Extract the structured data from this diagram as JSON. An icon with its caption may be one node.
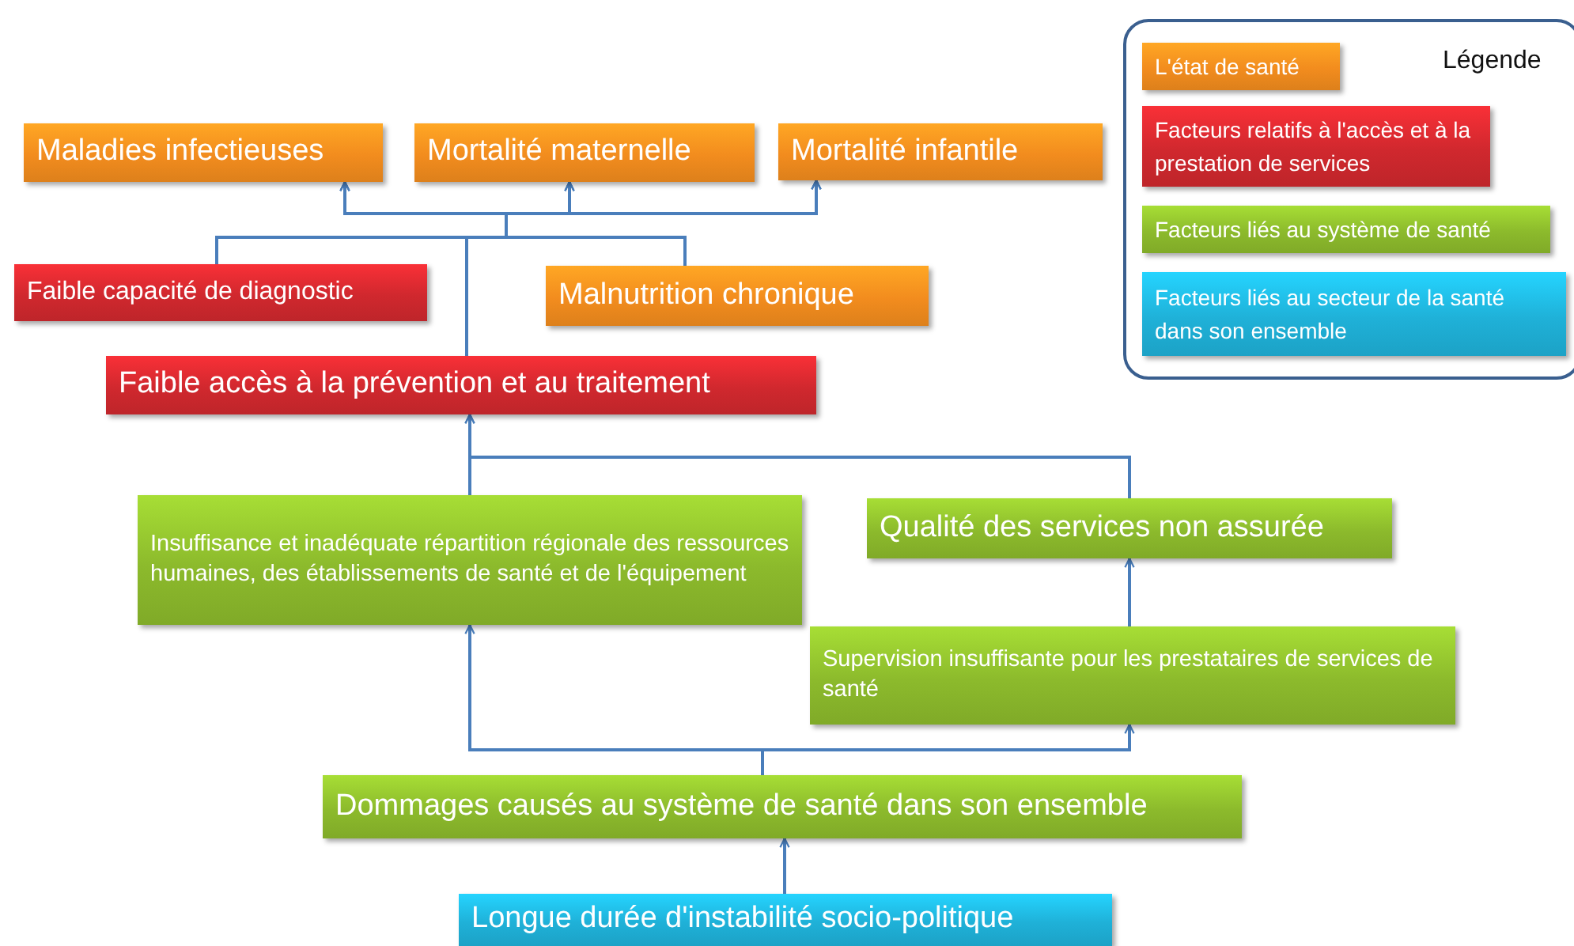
{
  "diagram": {
    "nodes": [
      {
        "text": [
          "Maladies infectieuses"
        ]
      },
      {
        "text": [
          "Mortalité maternelle"
        ]
      },
      {
        "text": [
          "Mortalité infantile"
        ]
      },
      {
        "text": [
          "Faible capacité de diagnostic"
        ]
      },
      {
        "text": [
          "Malnutrition chronique"
        ]
      },
      {
        "text": [
          "Faible accès à la prévention et au traitement"
        ]
      },
      {
        "text": [
          "Insuffisance et inadéquate répartition régionale des ressources humaines, des établissements de santé et de l'équipement"
        ]
      },
      {
        "text": [
          "Qualité des services non assurée"
        ]
      },
      {
        "text": [
          "Supervision insuffisante pour les prestataires de services de santé"
        ]
      },
      {
        "text": [
          "Dommages causés au système de santé dans son ensemble"
        ]
      },
      {
        "text": [
          "Longue durée d'instabilité socio-politique"
        ]
      }
    ],
    "edges": [
      {
        "from": 3,
        "to": 0,
        "arrow": "to"
      },
      {
        "from": 3,
        "to": 1,
        "arrow": "to"
      },
      {
        "from": 3,
        "to": 2,
        "arrow": "to"
      },
      {
        "from": 4,
        "to": 0,
        "arrow": "to"
      },
      {
        "from": 4,
        "to": 1,
        "arrow": "to"
      },
      {
        "from": 4,
        "to": 2,
        "arrow": "to"
      },
      {
        "from": 5,
        "to": 0,
        "arrow": "to"
      },
      {
        "from": 5,
        "to": 1,
        "arrow": "to"
      },
      {
        "from": 5,
        "to": 2,
        "arrow": "to"
      },
      {
        "from": 6,
        "to": 5,
        "arrow": "to"
      },
      {
        "from": 7,
        "to": 5,
        "arrow": "to"
      },
      {
        "from": 9,
        "to": 6,
        "arrow": "to"
      },
      {
        "from": 9,
        "to": 8,
        "arrow": "to"
      },
      {
        "from": 8,
        "to": 7,
        "arrow": "to"
      },
      {
        "from": 10,
        "to": 9,
        "arrow": "to"
      }
    ],
    "labels": [
      "Légende"
    ],
    "legend": [
      {
        "text": "L'état de santé",
        "color": "#f28c1e"
      },
      {
        "text": "Facteurs relatifs à l'accès et à la prestation de services",
        "color": "#d0282e"
      },
      {
        "text": "Facteurs liés au système de santé",
        "color": "#8cba2c"
      },
      {
        "text": "Facteurs liés au secteur de la santé dans son ensemble",
        "color": "#1fb1d8"
      }
    ]
  }
}
